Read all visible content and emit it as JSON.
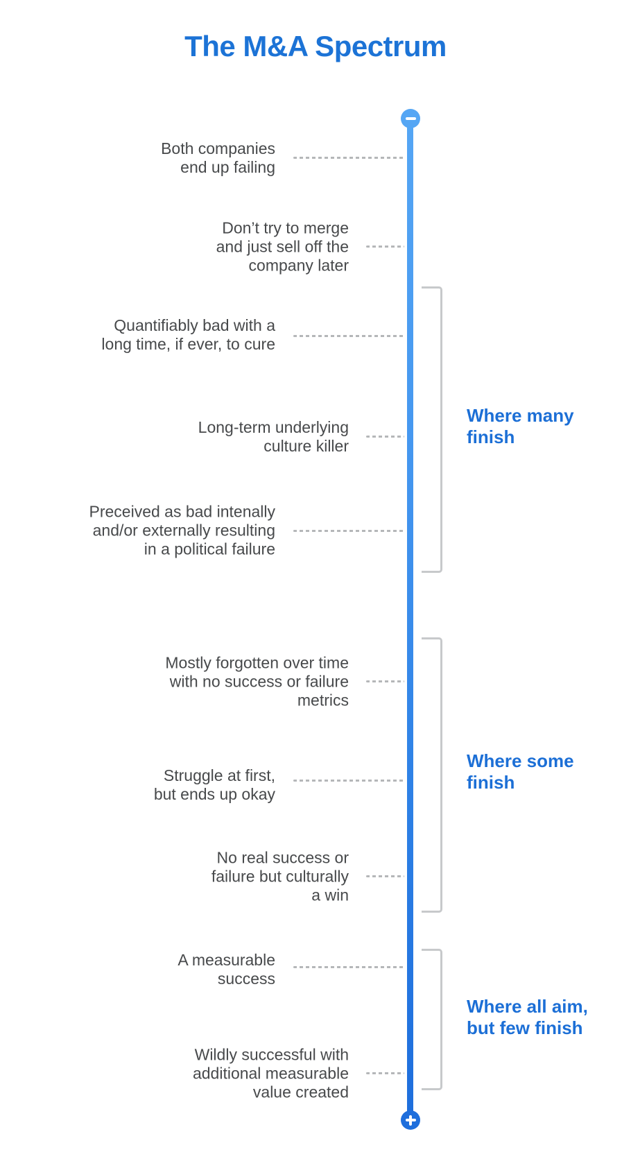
{
  "title": "The M&A Spectrum",
  "colors": {
    "title_blue": "#1c73d6",
    "line_top_blue": "#55a6f4",
    "line_bottom_blue": "#1e6edc",
    "group_label_blue": "#1c6fd6",
    "label_gray": "#47494b",
    "connector_gray": "#b5b7b9",
    "bracket_gray": "#c7c9cb"
  },
  "spectrum": {
    "top_endpoint_icon": "minus-icon",
    "bottom_endpoint_icon": "plus-icon",
    "items": [
      {
        "text": "Both companies\nend up failing"
      },
      {
        "text": "Don’t try to merge\nand just sell off the\ncompany later"
      },
      {
        "text": "Quantifiably bad with a\nlong time, if ever, to cure"
      },
      {
        "text": "Long-term underlying\nculture killer"
      },
      {
        "text": "Preceived as bad intenally\nand/or externally resulting\nin a political failure"
      },
      {
        "text": "Mostly forgotten over time\nwith no success or failure\nmetrics"
      },
      {
        "text": "Struggle at first,\nbut ends up okay"
      },
      {
        "text": "No real success or\nfailure but culturally\na win"
      },
      {
        "text": "A measurable\nsuccess"
      },
      {
        "text": "Wildly successful with\nadditional measurable\nvalue created"
      }
    ],
    "groups": [
      {
        "label": "Where many\nfinish"
      },
      {
        "label": "Where some\nfinish"
      },
      {
        "label": "Where all aim,\nbut few finish"
      }
    ]
  }
}
